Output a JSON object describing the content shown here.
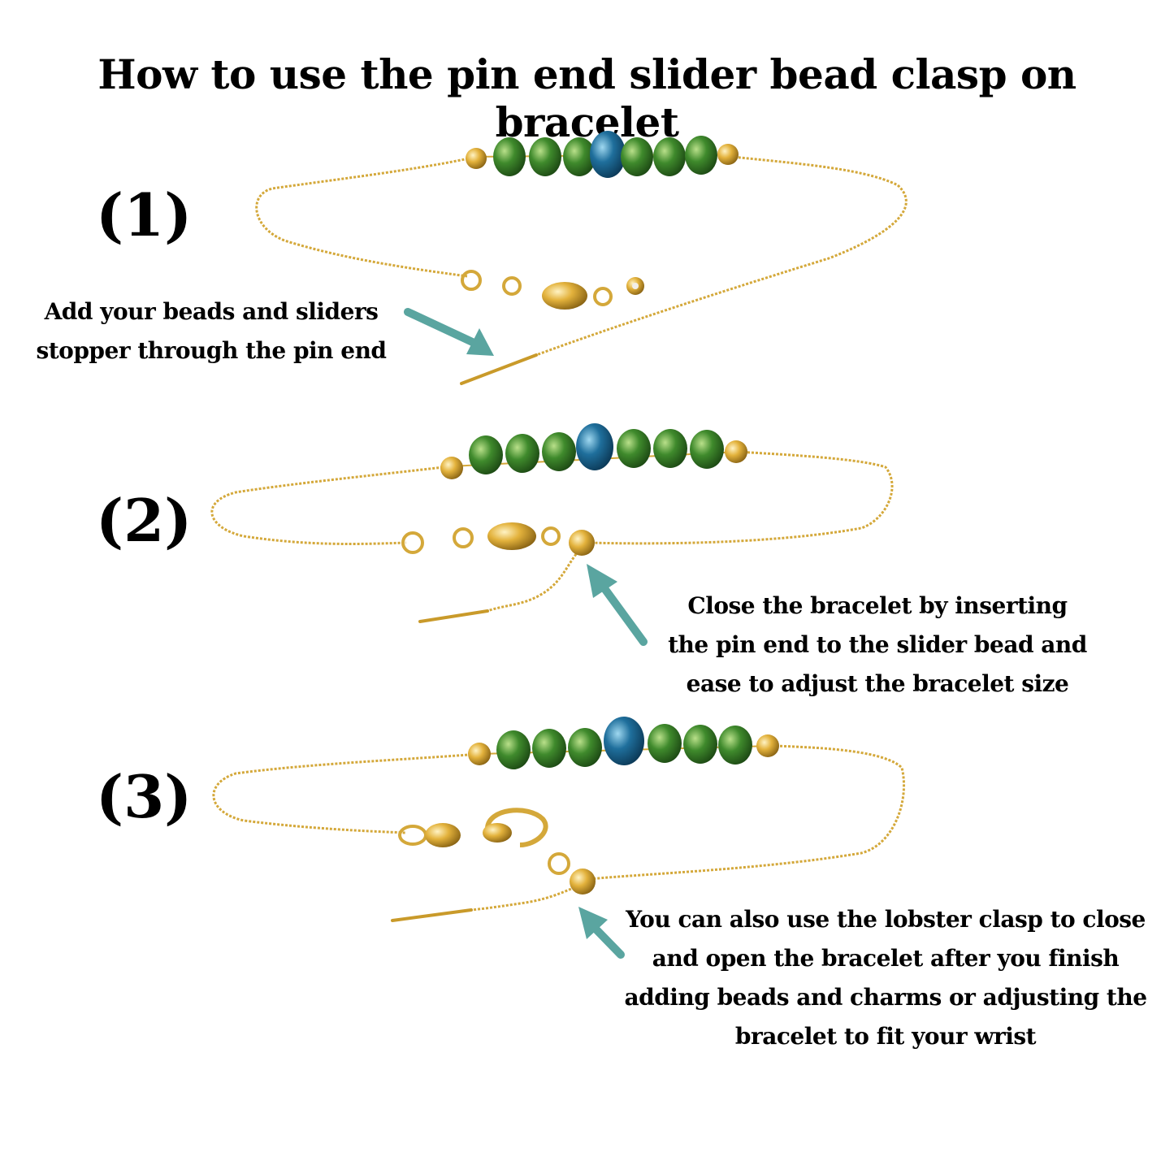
{
  "title": "How to use the pin end slider bead clasp on bracelet",
  "steps": [
    {
      "number": "(1)",
      "caption_lines": [
        "Add your beads and sliders",
        "stopper through the pin end"
      ]
    },
    {
      "number": "(2)",
      "caption_lines": [
        "Close the bracelet by inserting",
        "the pin end to the slider bead and",
        "ease to adjust the bracelet size"
      ]
    },
    {
      "number": "(3)",
      "caption_lines": [
        "You can also use the lobster clasp to close",
        "and open the bracelet after you finish",
        "adding beads and charms or adjusting  the",
        "bracelet to fit your wrist"
      ]
    }
  ],
  "colors": {
    "chain": "#d4a83a",
    "gold_bead": "#e3b23c",
    "green_bead": "#3f8a2c",
    "blue_bead": "#1f6f9c",
    "arrow": "#5aa5a0"
  }
}
